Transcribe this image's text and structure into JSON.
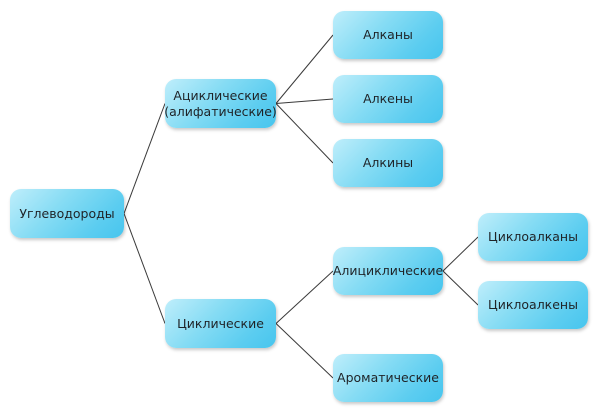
{
  "nodes": {
    "root": "Углеводороды",
    "acyclic": "Ациклические\n(алифатические)",
    "cyclic": "Циклические",
    "alkanes": "Алканы",
    "alkenes": "Алкены",
    "alkynes": "Алкины",
    "alicyclic": "Алициклические",
    "aromatic": "Ароматические",
    "cycloalkanes": "Циклоалканы",
    "cycloalkenes": "Циклоалкены"
  },
  "edges": [
    [
      "root",
      "acyclic"
    ],
    [
      "root",
      "cyclic"
    ],
    [
      "acyclic",
      "alkanes"
    ],
    [
      "acyclic",
      "alkenes"
    ],
    [
      "acyclic",
      "alkynes"
    ],
    [
      "cyclic",
      "alicyclic"
    ],
    [
      "cyclic",
      "aromatic"
    ],
    [
      "alicyclic",
      "cycloalkanes"
    ],
    [
      "alicyclic",
      "cycloalkenes"
    ]
  ],
  "colors": {
    "node_fill_light": "#bfeefb",
    "node_fill_dark": "#47c5ee",
    "connector": "#3a3a3a",
    "text": "#1f2327"
  }
}
